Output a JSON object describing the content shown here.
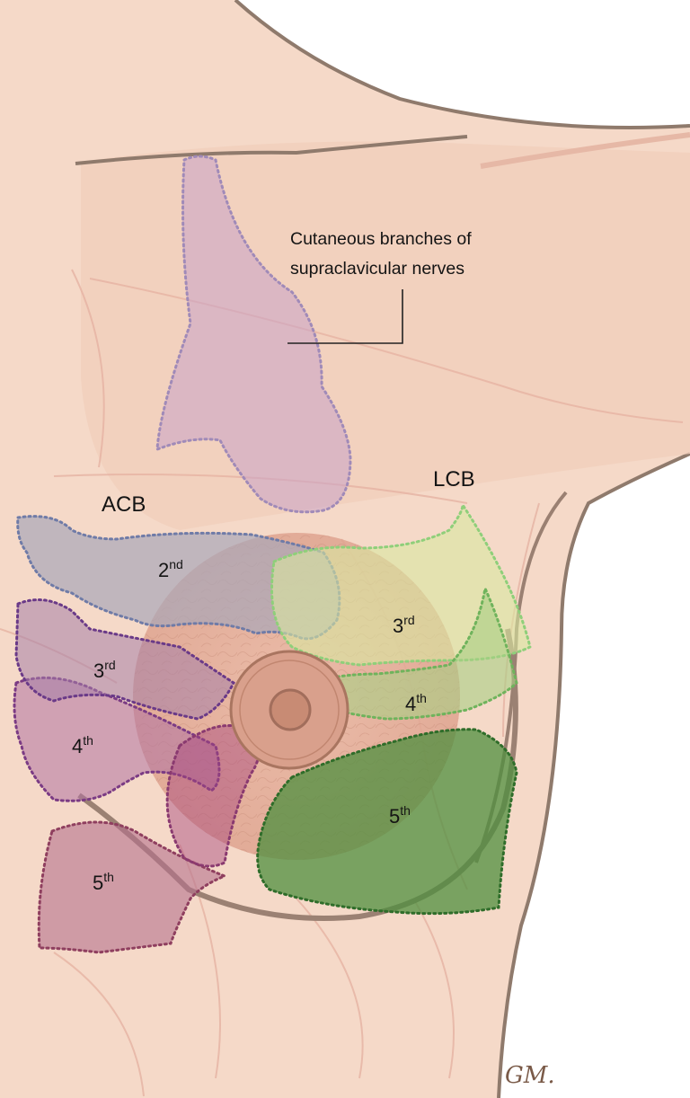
{
  "callout": {
    "line1": "Cutaneous branches of",
    "line2": "supraclavicular nerves"
  },
  "groups": {
    "acb": "ACB",
    "lcb": "LCB"
  },
  "zones": {
    "acb_2": {
      "num": "2",
      "sup": "nd"
    },
    "acb_3": {
      "num": "3",
      "sup": "rd"
    },
    "acb_4": {
      "num": "4",
      "sup": "th"
    },
    "acb_5": {
      "num": "5",
      "sup": "th"
    },
    "lcb_3": {
      "num": "3",
      "sup": "rd"
    },
    "lcb_4": {
      "num": "4",
      "sup": "th"
    },
    "lcb_5": {
      "num": "5",
      "sup": "th"
    }
  },
  "signature": "GM.",
  "colors": {
    "skin": "#f5d9c8",
    "skin_outline": "#8f7a6c",
    "areola": "#d9a08c",
    "supraclavicular_zone": "#c9a2c7",
    "acb_2": "#a9a6b8",
    "acb_3": "#a57fa7",
    "acb_4": "#b073a3",
    "acb_5": "#b6728d",
    "lcb_3": "#d8e8a0",
    "lcb_4": "#a8cf84",
    "lcb_5": "#4f8f3f"
  }
}
